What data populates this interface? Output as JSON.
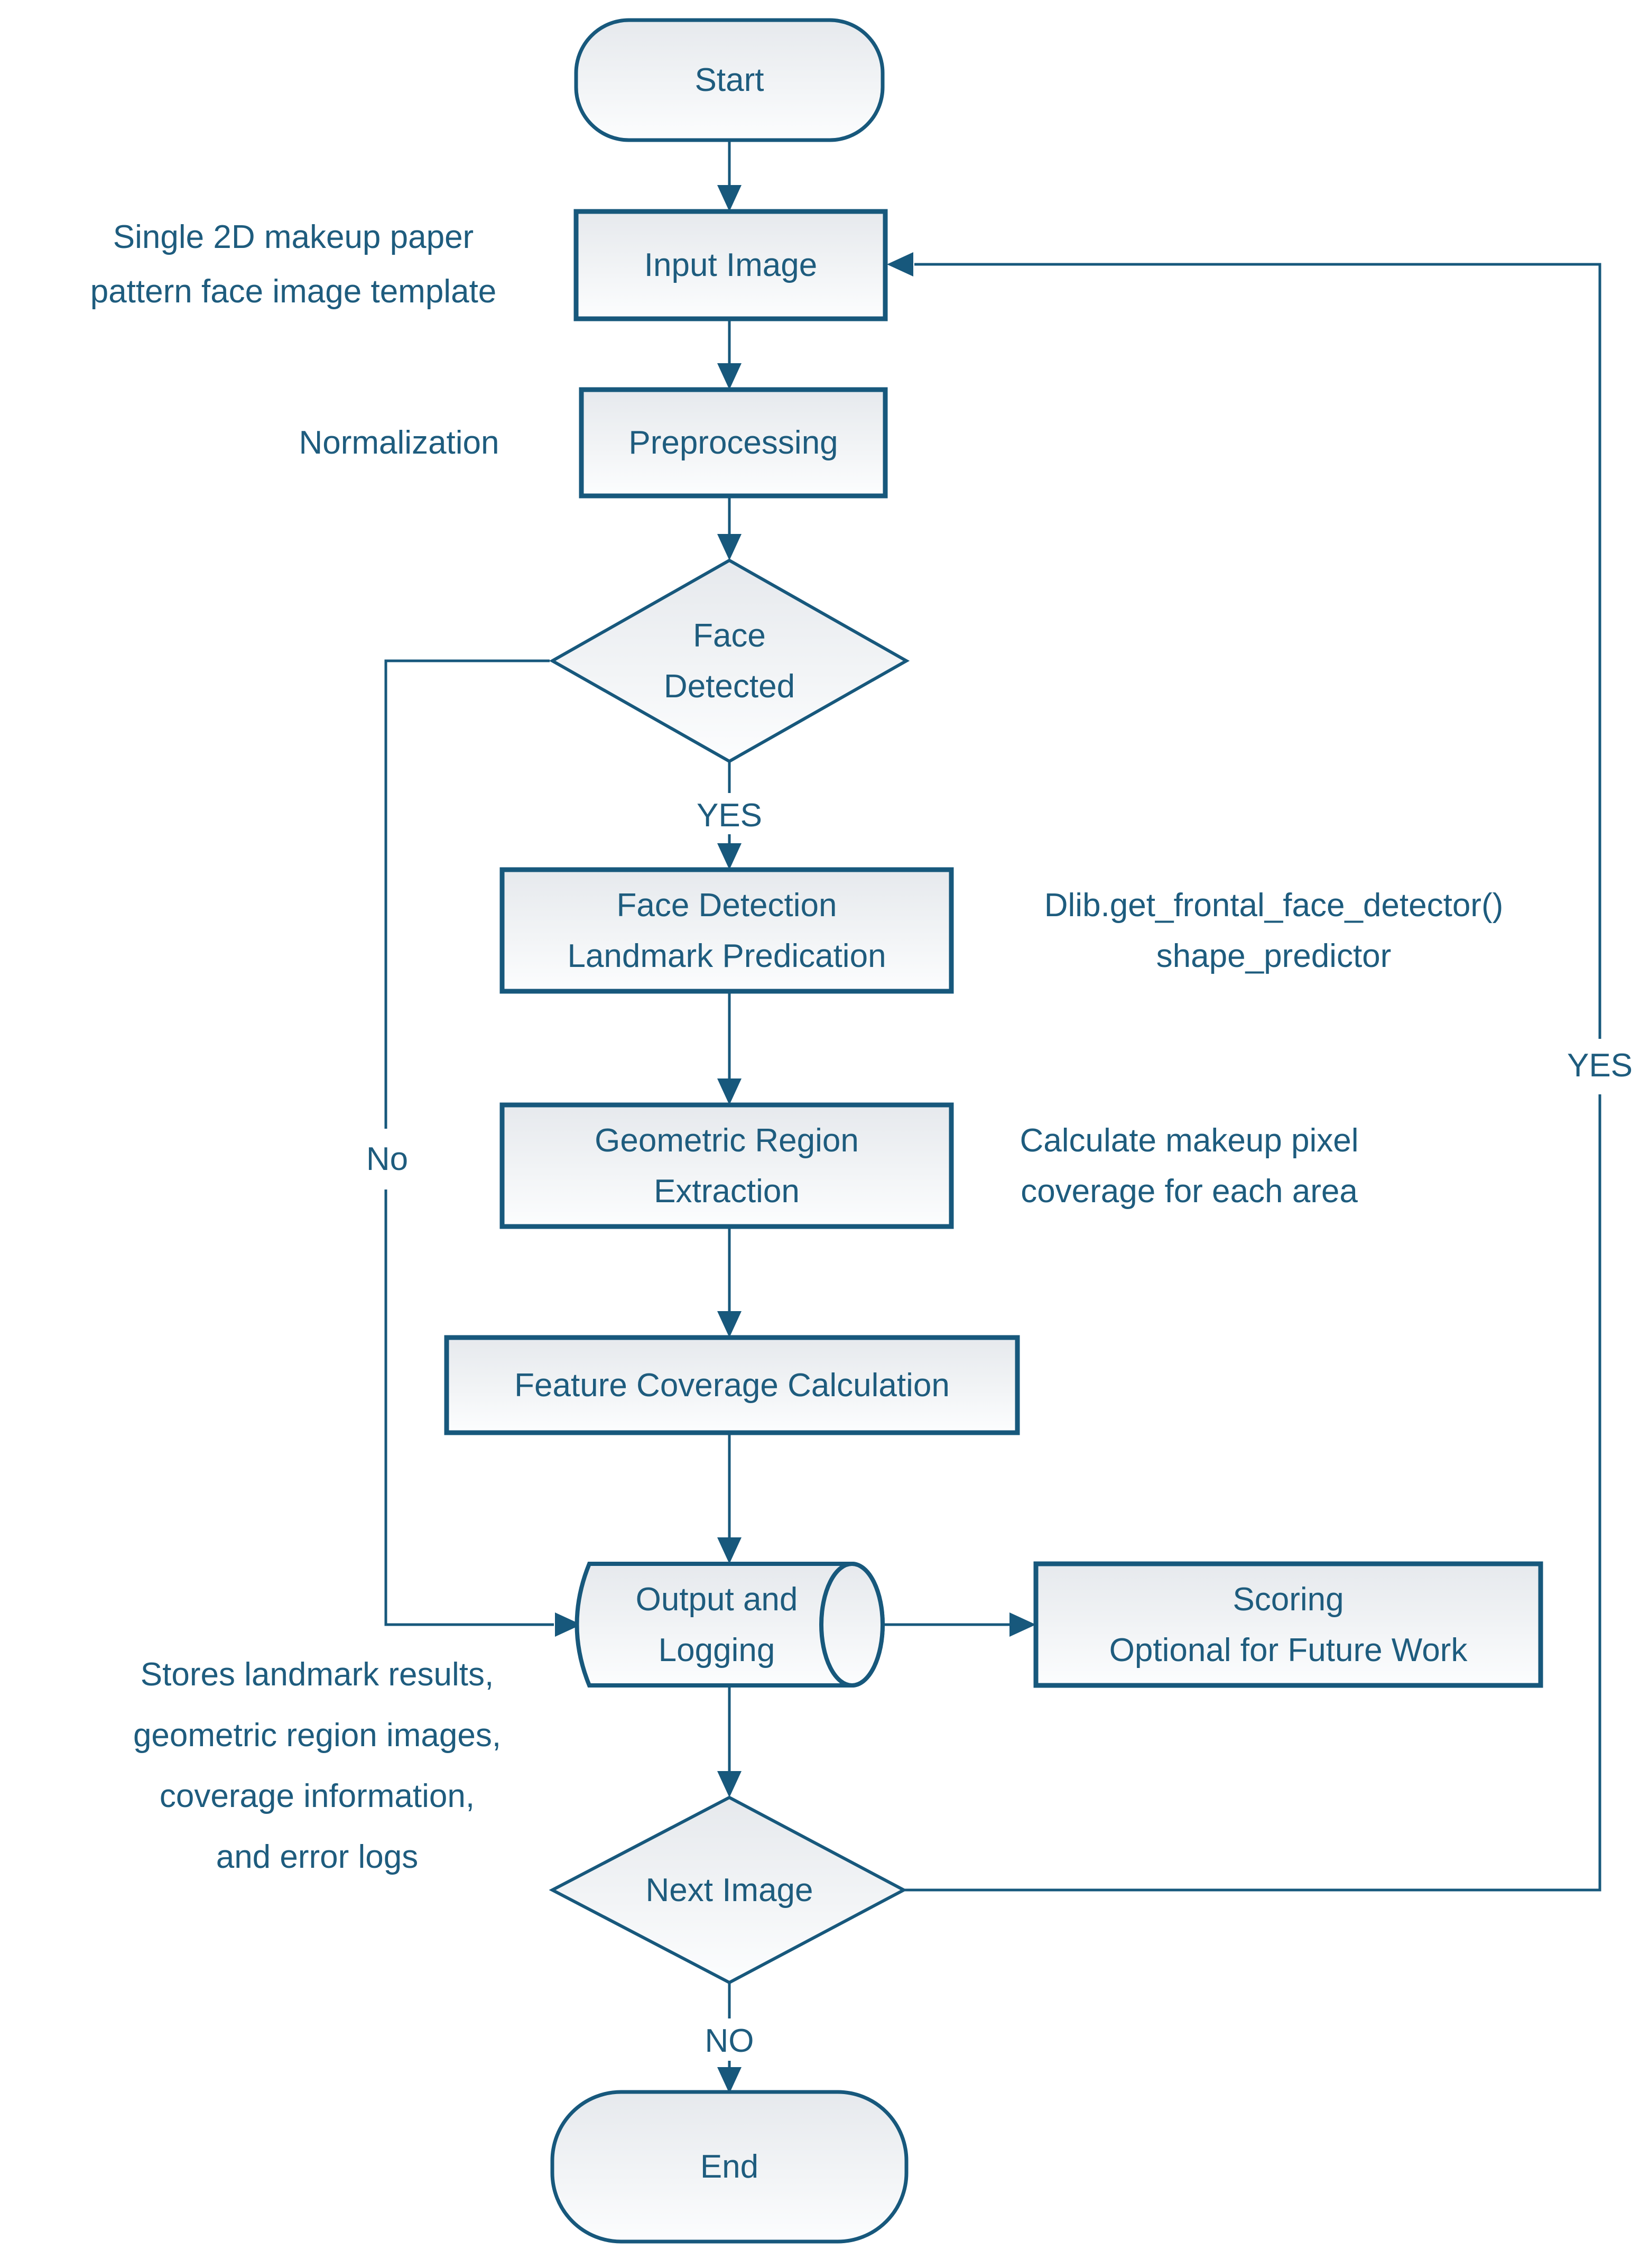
{
  "diagram": {
    "colors": {
      "stroke": "#17587c",
      "text": "#1e5c7e",
      "node_fill_top": "#e6e9ed",
      "node_fill_bottom": "#fcfdfe",
      "background": "#ffffff"
    },
    "nodes": {
      "start": {
        "label": "Start"
      },
      "input_image": {
        "label": "Input Image"
      },
      "preprocessing": {
        "label": "Preprocessing"
      },
      "face_detected": {
        "line1": "Face",
        "line2": "Detected"
      },
      "face_detection_landmark": {
        "line1": "Face Detection",
        "line2": "Landmark Predication"
      },
      "geometric_region": {
        "line1": "Geometric Region",
        "line2": "Extraction"
      },
      "feature_coverage": {
        "label": "Feature Coverage Calculation"
      },
      "output_logging": {
        "line1": "Output and",
        "line2": "Logging"
      },
      "scoring": {
        "line1": "Scoring",
        "line2": "Optional for Future Work"
      },
      "next_image": {
        "label": "Next Image"
      },
      "end": {
        "label": "End"
      }
    },
    "edge_labels": {
      "face_detected_yes": "YES",
      "face_detected_no": "No",
      "next_image_yes": "YES",
      "next_image_no": "NO"
    },
    "notes": {
      "input": {
        "line1": "Single 2D makeup paper",
        "line2": "pattern face image template"
      },
      "preprocessing": {
        "label": "Normalization"
      },
      "face_detection": {
        "line1": "Dlib.get_frontal_face_detector()",
        "line2": "shape_predictor"
      },
      "geometric": {
        "line1": "Calculate makeup pixel",
        "line2": "coverage for each area"
      },
      "output_logging": {
        "line1": "Stores landmark results,",
        "line2": "geometric region images,",
        "line3": "coverage information,",
        "line4": "and error logs"
      }
    }
  }
}
